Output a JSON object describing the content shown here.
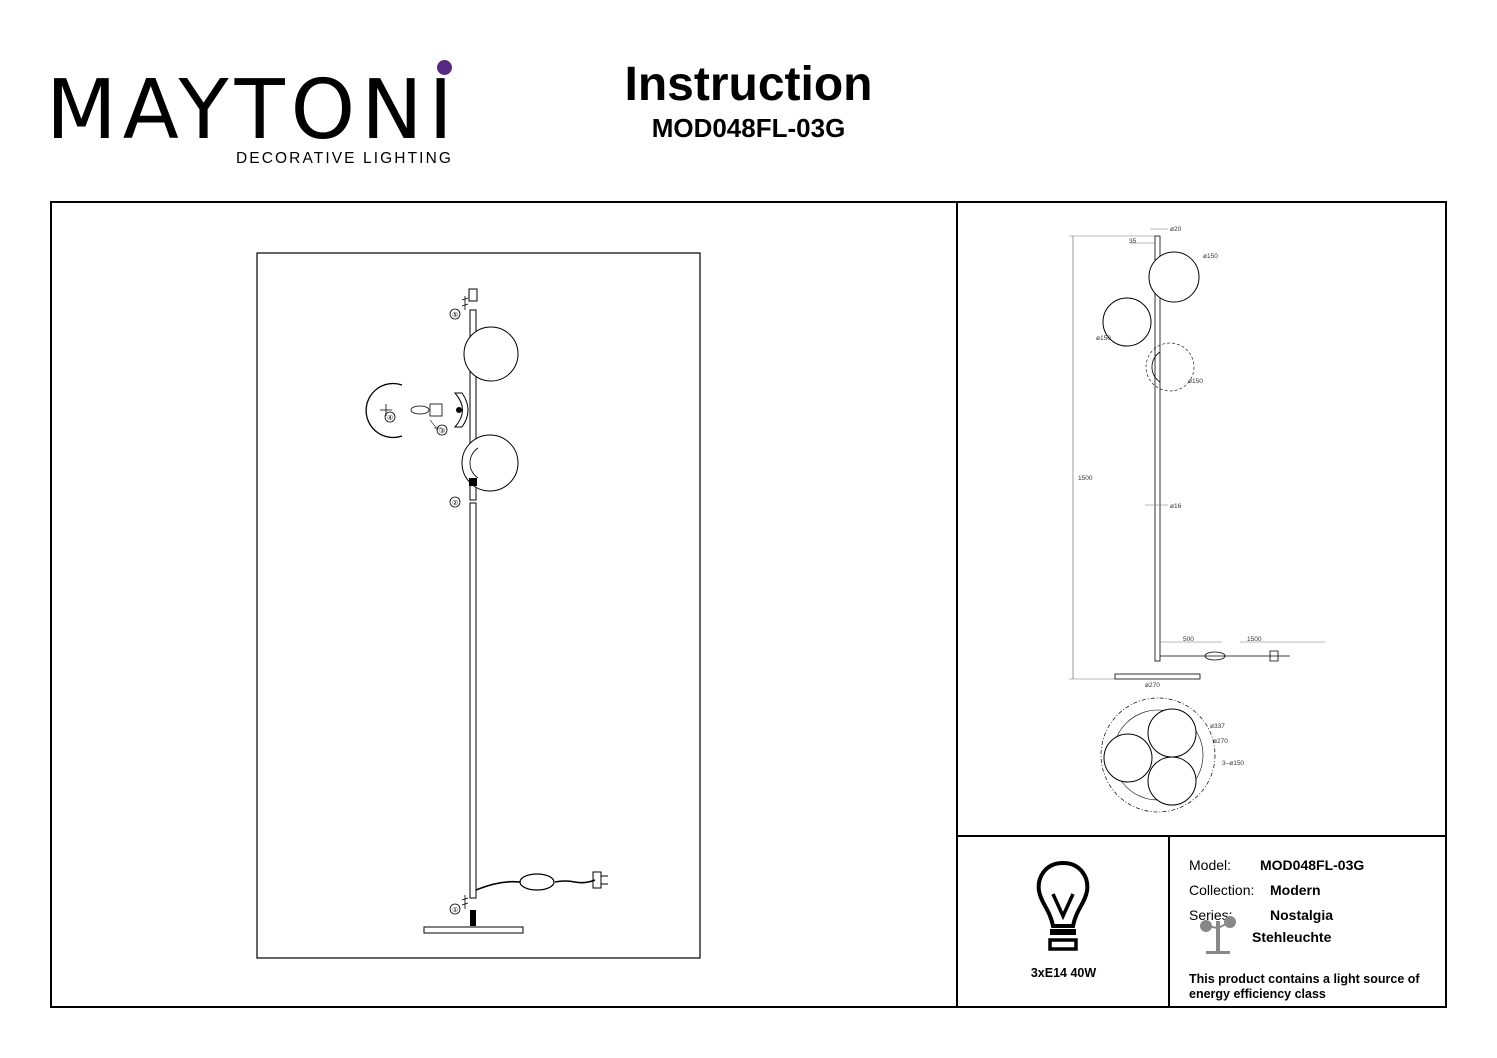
{
  "brand": {
    "name": "MAYTONI",
    "tagline": "DECORATIVE LIGHTING",
    "accent_color": "#5a2a82"
  },
  "document": {
    "title": "Instruction",
    "model": "MOD048FL-03G"
  },
  "assembly": {
    "steps": [
      "①",
      "②",
      "③",
      "④",
      "⑤"
    ]
  },
  "dimensions": {
    "top_diameter": "ø20",
    "top_offset": "35",
    "globe_diameter": "ø150",
    "height": "1500",
    "pole_diameter": "ø16",
    "switch_distance": "500",
    "cable_length": "1500",
    "base_diameter": "ø270",
    "footprint_outer": "ø337",
    "footprint_base": "ø270",
    "globes_count": "3–ø150"
  },
  "bulb": {
    "icon": "light-bulb-icon",
    "label": "3xE14 40W"
  },
  "specs": {
    "model_key": "Model:",
    "model_value": "MOD048FL-03G",
    "collection_key": "Collection:",
    "collection_value": "Modern",
    "series_key": "Series:",
    "series_value": "Nostalgia",
    "type_icon": "floor-lamp-icon",
    "type_value": "Stehleuchte"
  },
  "energy_note": "This product contains a light source of energy efficiency class"
}
